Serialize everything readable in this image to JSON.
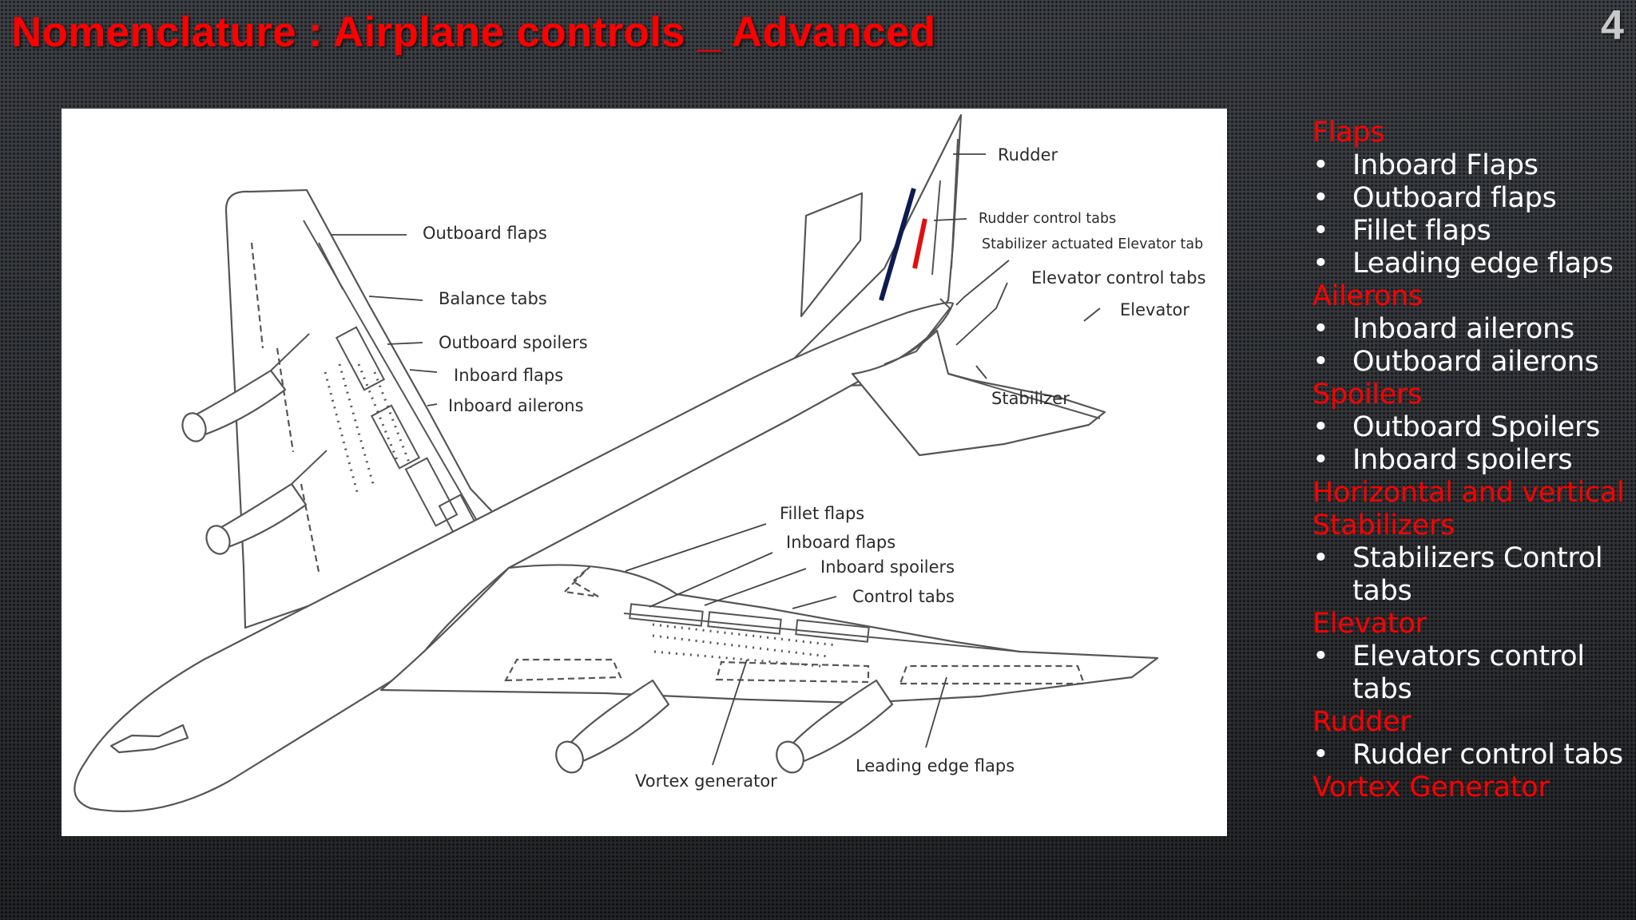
{
  "slide": {
    "title": "Nomenclature : Airplane controls _ Advanced",
    "page_number": "4"
  },
  "diagram": {
    "labels": {
      "rudder": "Rudder",
      "rudder_control_tabs": "Rudder control tabs",
      "stabilizer_actuated_elevator_tab": "Stabilizer actuated Elevator tab",
      "elevator_control_tabs": "Elevator control tabs",
      "elevator": "Elevator",
      "stabilizer": "Stabilizer",
      "outboard_flaps": "Outboard flaps",
      "balance_tabs": "Balance tabs",
      "outboard_spoilers": "Outboard spoilers",
      "inboard_flaps_upper": "Inboard flaps",
      "inboard_ailerons": "Inboard ailerons",
      "fillet_flaps": "Fillet flaps",
      "inboard_flaps_lower": "Inboard flaps",
      "inboard_spoilers": "Inboard spoilers",
      "control_tabs": "Control tabs",
      "vortex_generator": "Vortex generator",
      "leading_edge_flaps": "Leading edge flaps"
    },
    "colors": {
      "rudder_mark": "#0d1b52",
      "rudder_tab_mark": "#e01010"
    }
  },
  "outline": {
    "sections": [
      {
        "heading": "Flaps",
        "items": [
          "Inboard Flaps",
          "Outboard flaps",
          "Fillet flaps",
          "Leading edge flaps"
        ]
      },
      {
        "heading": "Ailerons",
        "items": [
          "Inboard ailerons",
          "Outboard ailerons"
        ]
      },
      {
        "heading": "Spoilers",
        "items": [
          "Outboard Spoilers",
          "Inboard spoilers"
        ]
      },
      {
        "heading": "Horizontal and vertical Stabilizers",
        "items": [
          "Stabilizers Control tabs"
        ]
      },
      {
        "heading": "Elevator",
        "items": [
          "Elevators control tabs"
        ]
      },
      {
        "heading": "Rudder",
        "items": [
          "Rudder control tabs"
        ]
      },
      {
        "heading": "Vortex Generator",
        "items": []
      }
    ]
  },
  "theme": {
    "heading_color": "#ff0000",
    "text_color": "#ffffff"
  }
}
